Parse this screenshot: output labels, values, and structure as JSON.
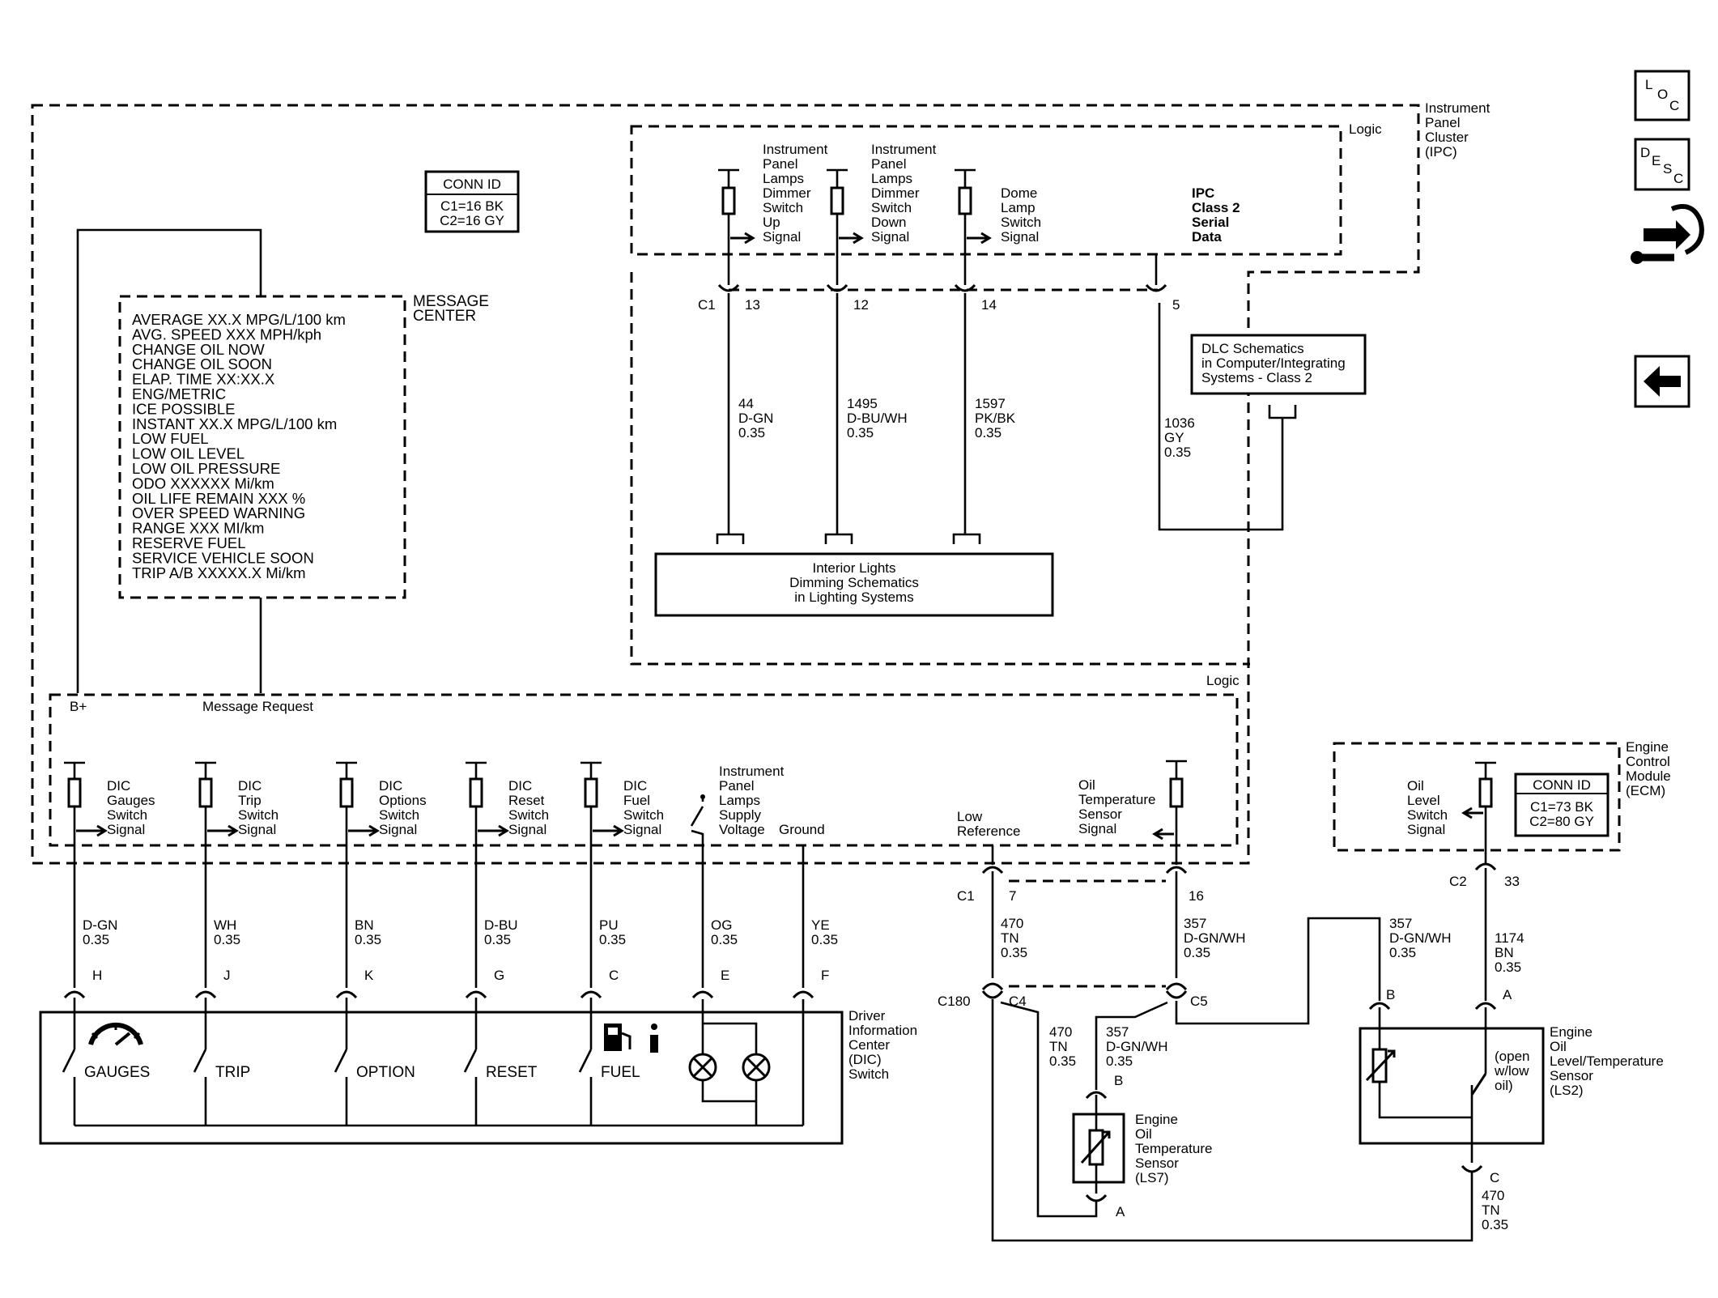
{
  "modules": {
    "ipc": {
      "lines": [
        "Instrument",
        "Panel",
        "Cluster",
        "(IPC)"
      ]
    },
    "ecm": {
      "lines": [
        "Engine",
        "Control",
        "Module",
        "(ECM)"
      ]
    },
    "logic_label": "Logic",
    "message_center_label": [
      "MESSAGE",
      "CENTER"
    ],
    "dic_switch": {
      "lines": [
        "Driver",
        "Information",
        "Center",
        "(DIC)",
        "Switch"
      ]
    },
    "ls7": {
      "lines": [
        "Engine",
        "Oil",
        "Temperature",
        "Sensor",
        "(LS7)"
      ]
    },
    "ls2": {
      "lines": [
        "Engine",
        "Oil",
        "Level/Temperature",
        "Sensor",
        "(LS2)"
      ]
    },
    "open_low_oil": [
      "(open",
      "w/low",
      "oil)"
    ]
  },
  "conn_id_ipc": {
    "title": "CONN ID",
    "lines": [
      "C1=16 BK",
      "C2=16 GY"
    ]
  },
  "conn_id_ecm": {
    "title": "CONN ID",
    "lines": [
      "C1=73 BK",
      "C2=80 GY"
    ]
  },
  "message_center": [
    "AVERAGE XX.X MPG/L/100 km",
    "AVG. SPEED XXX MPH/kph",
    "CHANGE OIL NOW",
    "CHANGE OIL SOON",
    "ELAP. TIME XX:XX.X",
    "ENG/METRIC",
    "ICE POSSIBLE",
    "INSTANT XX.X MPG/L/100 km",
    "LOW FUEL",
    "LOW OIL LEVEL",
    "LOW OIL PRESSURE",
    "ODO XXXXXX Mi/km",
    "OIL LIFE REMAIN XXX %",
    "OVER SPEED WARNING",
    "RANGE XXX MI/km",
    "RESERVE FUEL",
    "SERVICE VEHICLE SOON",
    "TRIP A/B XXXXX.X Mi/km"
  ],
  "top_signals": [
    {
      "label": [
        "Instrument",
        "Panel",
        "Lamps",
        "Dimmer",
        "Switch",
        "Up",
        "Signal"
      ],
      "pin": "13",
      "circuit": "44",
      "color": "D-GN",
      "gauge": "0.35"
    },
    {
      "label": [
        "Instrument",
        "Panel",
        "Lamps",
        "Dimmer",
        "Switch",
        "Down",
        "Signal"
      ],
      "pin": "12",
      "circuit": "1495",
      "color": "D-BU/WH",
      "gauge": "0.35"
    },
    {
      "label": [
        "Dome",
        "Lamp",
        "Switch",
        "Signal"
      ],
      "pin": "14",
      "circuit": "1597",
      "color": "PK/BK",
      "gauge": "0.35"
    },
    {
      "label": [
        "IPC",
        "Class 2",
        "Serial",
        "Data"
      ],
      "pin": "5",
      "circuit": "1036",
      "color": "GY",
      "gauge": "0.35"
    }
  ],
  "top_connector": "C1",
  "dlc_box": [
    "DLC Schematics",
    "in Computer/Integrating",
    "Systems - Class 2"
  ],
  "interior_box": [
    "Interior Lights",
    "Dimming Schematics",
    "in Lighting Systems"
  ],
  "bplus": "B+",
  "message_request": "Message Request",
  "dic_signals": [
    {
      "label": [
        "DIC",
        "Gauges",
        "Switch",
        "Signal"
      ],
      "color": "D-GN",
      "gauge": "0.35",
      "pin": "H",
      "switch": "GAUGES"
    },
    {
      "label": [
        "DIC",
        "Trip",
        "Switch",
        "Signal"
      ],
      "color": "WH",
      "gauge": "0.35",
      "pin": "J",
      "switch": "TRIP"
    },
    {
      "label": [
        "DIC",
        "Options",
        "Switch",
        "Signal"
      ],
      "color": "BN",
      "gauge": "0.35",
      "pin": "K",
      "switch": "OPTION"
    },
    {
      "label": [
        "DIC",
        "Reset",
        "Switch",
        "Signal"
      ],
      "color": "D-BU",
      "gauge": "0.35",
      "pin": "G",
      "switch": "RESET"
    },
    {
      "label": [
        "DIC",
        "Fuel",
        "Switch",
        "Signal"
      ],
      "color": "PU",
      "gauge": "0.35",
      "pin": "C",
      "switch": "FUEL"
    }
  ],
  "lamp_supply": {
    "label": [
      "Instrument",
      "Panel",
      "Lamps",
      "Supply",
      "Voltage"
    ],
    "color": "OG",
    "gauge": "0.35",
    "pin": "E"
  },
  "ground": {
    "label": "Ground",
    "color": "YE",
    "gauge": "0.35",
    "pin": "F"
  },
  "low_reference": {
    "label": [
      "Low",
      "Reference"
    ],
    "connector": "C1",
    "pin": "7",
    "circuit": "470",
    "color": "TN",
    "gauge": "0.35"
  },
  "oil_temp_signal": {
    "label": [
      "Oil",
      "Temperature",
      "Sensor",
      "Signal"
    ],
    "pin": "16",
    "circuit": "357",
    "color": "D-GN/WH",
    "gauge": "0.35"
  },
  "splices": {
    "c180": "C180",
    "c4": "C4",
    "c5": "C5"
  },
  "ls7_wires": [
    {
      "circuit": "470",
      "color": "TN",
      "gauge": "0.35"
    },
    {
      "circuit": "357",
      "color": "D-GN/WH",
      "gauge": "0.35"
    }
  ],
  "ls7_pins": {
    "b": "B",
    "a": "A"
  },
  "ecm_signal": {
    "label": [
      "Oil",
      "Level",
      "Switch",
      "Signal"
    ],
    "connector": "C2",
    "pin": "33"
  },
  "ls2_wires": {
    "left": {
      "circuit": "357",
      "color": "D-GN/WH",
      "gauge": "0.35",
      "pin": "B"
    },
    "right": {
      "circuit": "1174",
      "color": "BN",
      "gauge": "0.35",
      "pin": "A"
    },
    "bottom": {
      "circuit": "470",
      "color": "TN",
      "gauge": "0.35",
      "pin": "C"
    }
  },
  "nav_icons": [
    {
      "name": "loc-icon",
      "letters": [
        "L",
        "O",
        "C"
      ]
    },
    {
      "name": "desc-icon",
      "letters": [
        "D",
        "E",
        "S",
        "C"
      ]
    },
    {
      "name": "back-arrow-icon"
    }
  ]
}
